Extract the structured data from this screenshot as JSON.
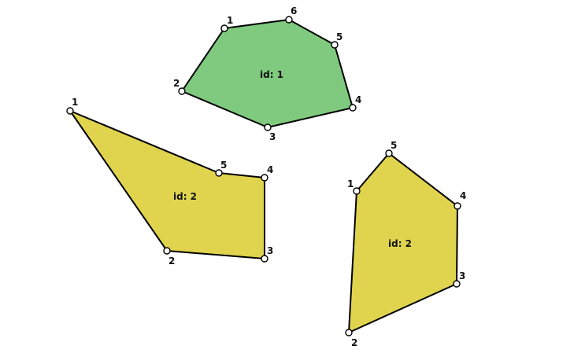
{
  "polygons": [
    {
      "label": "id: 1",
      "fill": "#7fca7f",
      "vertices": [
        {
          "label": "1"
        },
        {
          "label": "6"
        },
        {
          "label": "5"
        },
        {
          "label": "4"
        },
        {
          "label": "3"
        },
        {
          "label": "2"
        }
      ]
    },
    {
      "label": "id: 2",
      "fill": "#e0d44e",
      "vertices": [
        {
          "label": "1"
        },
        {
          "label": "5"
        },
        {
          "label": "4"
        },
        {
          "label": "3"
        },
        {
          "label": "2"
        }
      ]
    },
    {
      "label": "id: 2",
      "fill": "#e0d44e",
      "vertices": [
        {
          "label": "1"
        },
        {
          "label": "5"
        },
        {
          "label": "4"
        },
        {
          "label": "3"
        },
        {
          "label": "2"
        }
      ]
    }
  ]
}
